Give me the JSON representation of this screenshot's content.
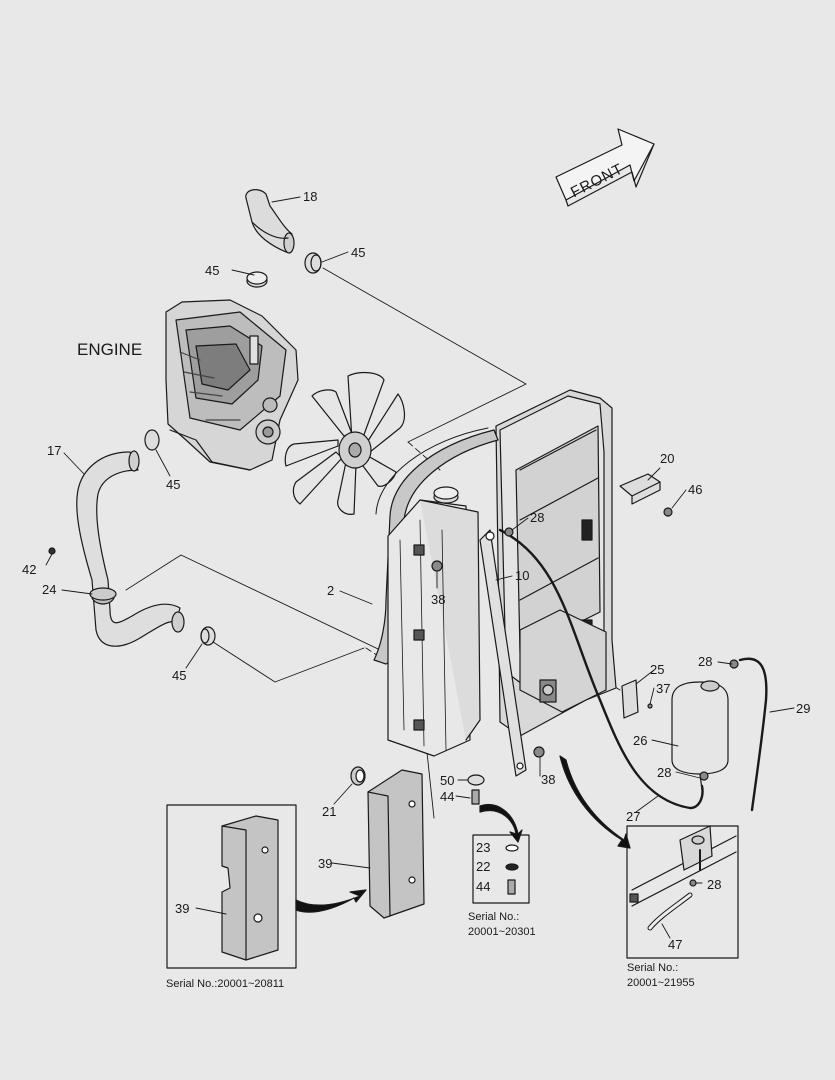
{
  "labels": {
    "engine": "ENGINE",
    "front": "FRONT"
  },
  "callouts": [
    {
      "id": "c18",
      "text": "18"
    },
    {
      "id": "c45a",
      "text": "45"
    },
    {
      "id": "c45b",
      "text": "45"
    },
    {
      "id": "c45c",
      "text": "45"
    },
    {
      "id": "c45d",
      "text": "45"
    },
    {
      "id": "c17",
      "text": "17"
    },
    {
      "id": "c42",
      "text": "42"
    },
    {
      "id": "c24",
      "text": "24"
    },
    {
      "id": "c2",
      "text": "2"
    },
    {
      "id": "c38a",
      "text": "38"
    },
    {
      "id": "c10",
      "text": "10"
    },
    {
      "id": "c28a",
      "text": "28"
    },
    {
      "id": "c20",
      "text": "20"
    },
    {
      "id": "c46",
      "text": "46"
    },
    {
      "id": "c25",
      "text": "25"
    },
    {
      "id": "c37",
      "text": "37"
    },
    {
      "id": "c28b",
      "text": "28"
    },
    {
      "id": "c29",
      "text": "29"
    },
    {
      "id": "c26",
      "text": "26"
    },
    {
      "id": "c28c",
      "text": "28"
    },
    {
      "id": "c27",
      "text": "27"
    },
    {
      "id": "c38b",
      "text": "38"
    },
    {
      "id": "c50",
      "text": "50"
    },
    {
      "id": "c44a",
      "text": "44"
    },
    {
      "id": "c21",
      "text": "21"
    },
    {
      "id": "c39a",
      "text": "39"
    },
    {
      "id": "c39b",
      "text": "39"
    },
    {
      "id": "c23",
      "text": "23"
    },
    {
      "id": "c22",
      "text": "22"
    },
    {
      "id": "c44b",
      "text": "44"
    },
    {
      "id": "c28d",
      "text": "28"
    },
    {
      "id": "c47",
      "text": "47"
    }
  ],
  "serials": {
    "left": "Serial No.:20001~20811",
    "middle_line1": "Serial No.:",
    "middle_line2": "20001~20301",
    "right_line1": "Serial No.:",
    "right_line2": "20001~21955"
  }
}
